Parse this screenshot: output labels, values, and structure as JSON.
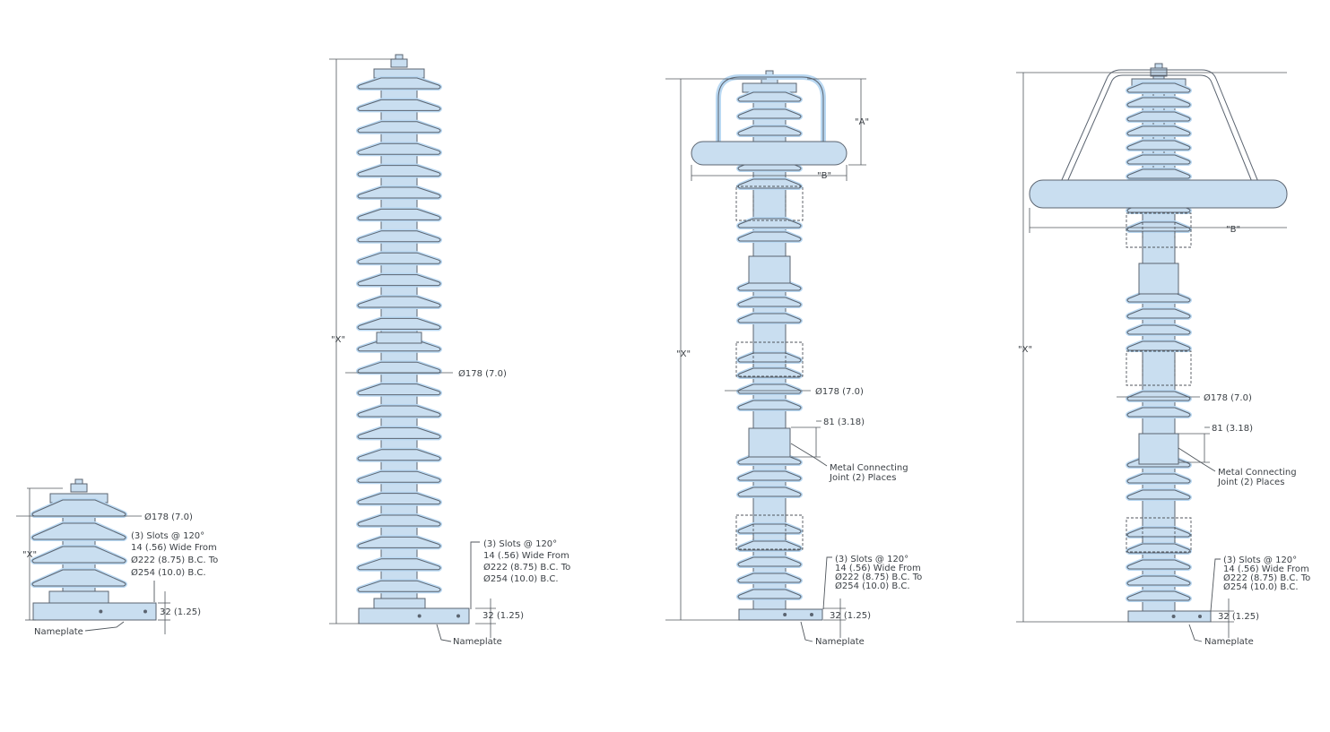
{
  "colors": {
    "insulator_fill": "#c9def0",
    "outline": "#5b6470",
    "halo": "#b9d8f2",
    "text": "#3a3f44"
  },
  "drawings": [
    {
      "id": "arrester-short",
      "labels": {
        "height": "\"X\"",
        "diameter": "Ø178 (7.0)",
        "slots_1": "(3) Slots @ 120°",
        "slots_2": "14 (.56) Wide From",
        "slots_3": "Ø222 (8.75) B.C. To",
        "slots_4": "Ø254 (10.0) B.C.",
        "base_height": "32 (1.25)",
        "nameplate": "Nameplate"
      }
    },
    {
      "id": "arrester-tall",
      "labels": {
        "height": "\"X\"",
        "diameter": "Ø178 (7.0)",
        "slots_1": "(3) Slots @ 120°",
        "slots_2": "14 (.56) Wide From",
        "slots_3": "Ø222 (8.75) B.C. To",
        "slots_4": "Ø254 (10.0) B.C.",
        "base_height": "32 (1.25)",
        "nameplate": "Nameplate"
      }
    },
    {
      "id": "arrester-ring-small",
      "labels": {
        "height": "\"X\"",
        "ring_height": "\"A\"",
        "ring_width": "\"B\"",
        "diameter": "Ø178 (7.0)",
        "joint_dim": "81 (3.18)",
        "joint_1": "Metal Connecting",
        "joint_2": "Joint (2) Places",
        "slots_1": "(3) Slots @ 120°",
        "slots_2": "14 (.56) Wide From",
        "slots_3": "Ø222 (8.75) B.C. To",
        "slots_4": "Ø254 (10.0) B.C.",
        "base_height": "32 (1.25)",
        "nameplate": "Nameplate"
      }
    },
    {
      "id": "arrester-ring-large",
      "labels": {
        "height": "\"X\"",
        "ring_width": "\"B\"",
        "diameter": "Ø178 (7.0)",
        "joint_dim": "81 (3.18)",
        "joint_1": "Metal Connecting",
        "joint_2": "Joint (2) Places",
        "slots_1": "(3) Slots @ 120°",
        "slots_2": "14 (.56) Wide From",
        "slots_3": "Ø222 (8.75) B.C. To",
        "slots_4": "Ø254 (10.0) B.C.",
        "base_height": "32 (1.25)",
        "nameplate": "Nameplate"
      }
    }
  ]
}
